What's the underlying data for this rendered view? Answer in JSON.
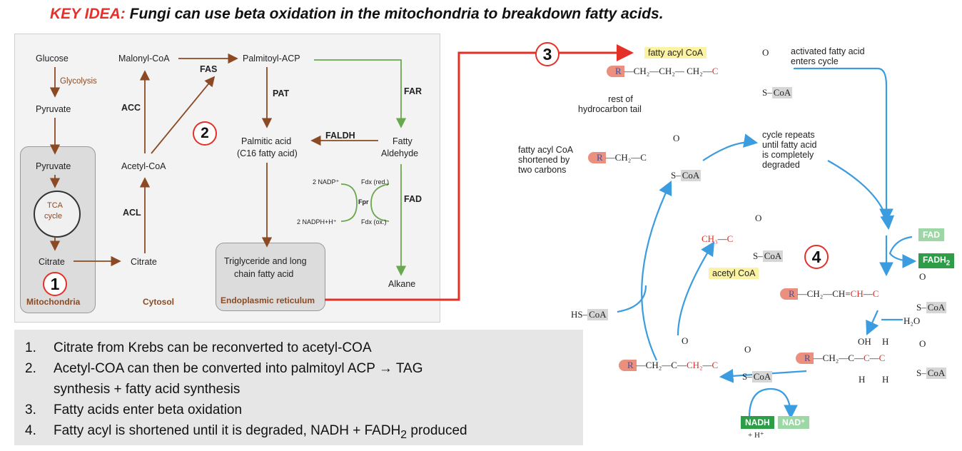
{
  "title": {
    "key": "KEY IDEA:",
    "rest": " Fungi can use beta oxidation in the mitochondria to breakdown fatty acids."
  },
  "left_diagram": {
    "glucose": "Glucose",
    "glycolysis": "Glycolysis",
    "pyruvate1": "Pyruvate",
    "pyruvate2": "Pyruvate",
    "tca": "TCA",
    "cycle": "cycle",
    "citrate1": "Citrate",
    "citrate2": "Citrate",
    "malonyl": "Malonyl-CoA",
    "acetyl": "Acetyl-CoA",
    "palmitoyl": "Palmitoyl-ACP",
    "palmitic1": "Palmitic acid",
    "palmitic2": "(C16 fatty acid)",
    "fatty1": "Fatty",
    "fatty2": "Aldehyde",
    "alkane": "Alkane",
    "trig1": "Triglyceride and long",
    "trig2": "chain fatty acid",
    "fas": "FAS",
    "acc": "ACC",
    "acl": "ACL",
    "pat": "PAT",
    "far": "FAR",
    "faldh": "FALDH",
    "fad": "FAD",
    "nadp": "2 NADP⁺",
    "nadph": "2 NADPH+H⁺",
    "fdx_red": "Fdx (red.)",
    "fdx_ox": "Fdx (ox.)",
    "fpr": "Fpr",
    "mito": "Mitochondria",
    "cytosol": "Cytosol",
    "er": "Endoplasmic reticulum"
  },
  "markers": {
    "m1": "1",
    "m2": "2",
    "m3": "3",
    "m4": "4"
  },
  "notes": [
    {
      "n": "1.",
      "text": "Citrate from Krebs can be reconverted to acetyl-COA"
    },
    {
      "n": "2.",
      "text": "Acetyl-COA can then be converted into palmitoyl ACP → TAG"
    },
    {
      "n": "",
      "text": "synthesis + fatty acid synthesis"
    },
    {
      "n": "3.",
      "text": "Fatty acids enter beta oxidation"
    },
    {
      "n": "4.",
      "text": "Fatty acyl is shortened until it is degraded, NADH + FADH",
      "sub": "2",
      "tail": " produced"
    }
  ],
  "right_diagram": {
    "fatty_acyl_coa": "fatty acyl CoA",
    "activated1": "activated fatty acid",
    "activated2": "enters cycle",
    "rest1": "rest of",
    "rest2": "hydrocarbon tail",
    "short1": "fatty acyl CoA",
    "short2": "shortened by",
    "short3": "two carbons",
    "repeat1": "cycle repeats",
    "repeat2": "until fatty acid",
    "repeat3": "is completely",
    "repeat4": "degraded",
    "acetyl_coa": "acetyl CoA",
    "hs_coa_hs": "HS–",
    "coa": "CoA",
    "scoa_s": "S–",
    "fad": "FAD",
    "fadh": "FADH",
    "fadh_sub": "2",
    "h2o": "H₂O",
    "nadh": "NADH",
    "nad": "NAD⁺",
    "hplus": "+ H⁺",
    "r": "R",
    "ch2": "CH₂",
    "ch": "CH",
    "ch3": "CH₃",
    "c": "C",
    "o": "O",
    "oh": "OH",
    "h": "H"
  }
}
